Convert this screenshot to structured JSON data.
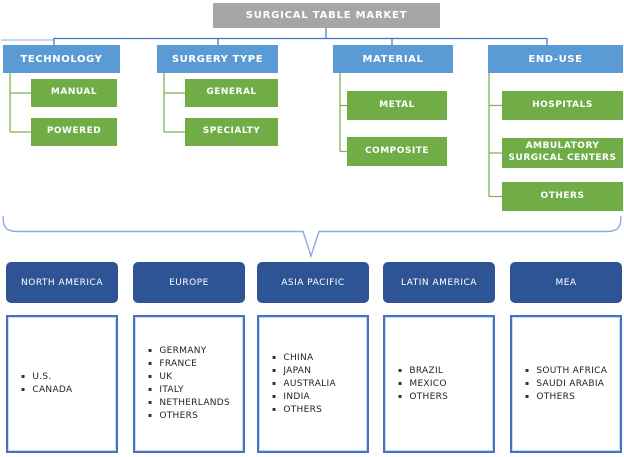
{
  "title": "SURGICAL TABLE MARKET",
  "colors": {
    "root_gray": "#A6A6A6",
    "category_blue": "#5B9BD5",
    "subsegment_green": "#70AD47",
    "region_dark_blue": "#2F5496",
    "list_border_blue": "#4472C4",
    "connector_blue": "#4472C4",
    "brace_light_blue": "#8FAADC"
  },
  "categories": [
    {
      "label": "TECHNOLOGY",
      "items": [
        "MANUAL",
        "POWERED"
      ]
    },
    {
      "label": "SURGERY TYPE",
      "items": [
        "GENERAL",
        "SPECIALTY"
      ]
    },
    {
      "label": "MATERIAL",
      "items": [
        "METAL",
        "COMPOSITE"
      ]
    },
    {
      "label": "END-USE",
      "items": [
        "HOSPITALS",
        "AMBULATORY SURGICAL CENTERS",
        "OTHERS"
      ]
    }
  ],
  "regions": [
    {
      "label": "NORTH AMERICA",
      "items": [
        "U.S.",
        "CANADA"
      ]
    },
    {
      "label": "EUROPE",
      "items": [
        "GERMANY",
        "FRANCE",
        "UK",
        "ITALY",
        "NETHERLANDS",
        "OTHERS"
      ]
    },
    {
      "label": "ASIA PACIFIC",
      "items": [
        "CHINA",
        "JAPAN",
        "AUSTRALIA",
        "INDIA",
        "OTHERS"
      ]
    },
    {
      "label": "LATIN AMERICA",
      "items": [
        "BRAZIL",
        "MEXICO",
        "OTHERS"
      ]
    },
    {
      "label": "MEA",
      "items": [
        "SOUTH AFRICA",
        "SAUDI ARABIA",
        "OTHERS"
      ]
    }
  ]
}
